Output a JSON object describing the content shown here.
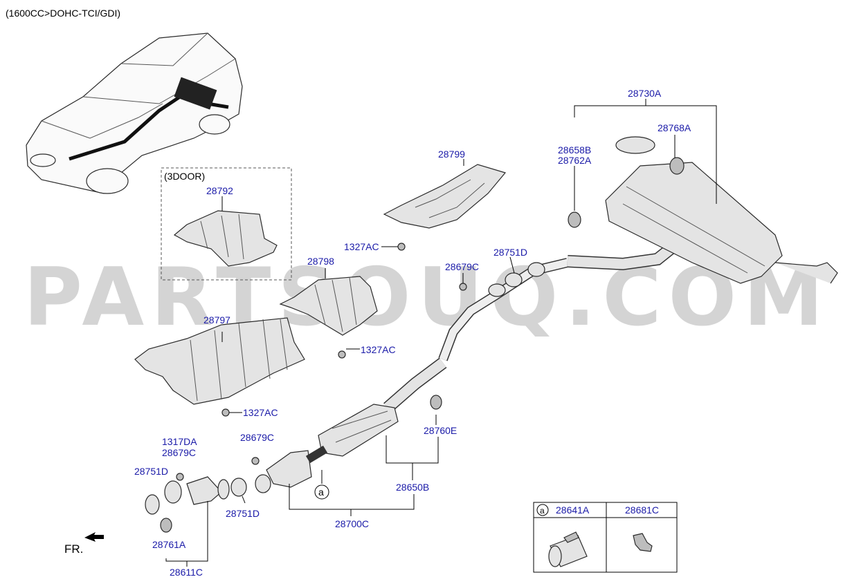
{
  "header": {
    "engine": "(1600CC>DOHC-TCI/GDI)"
  },
  "watermark": "PARTSOUQ.COM",
  "inset_box": {
    "title": "(3DOOR)"
  },
  "front_marker": "FR.",
  "callout_a": "a",
  "labels": {
    "p28730A": "28730A",
    "p28768A": "28768A",
    "p28658B": "28658B",
    "p28762A": "28762A",
    "p28799": "28799",
    "p28792": "28792",
    "p1327AC_1": "1327AC",
    "p28751D_1": "28751D",
    "p28679C_1": "28679C",
    "p28798": "28798",
    "p28797": "28797",
    "p1327AC_2": "1327AC",
    "p1327AC_3": "1327AC",
    "p28760E": "28760E",
    "p1317DA": "1317DA",
    "p28679C_2": "28679C",
    "p28679C_3": "28679C",
    "p28751D_2": "28751D",
    "p28751D_3": "28751D",
    "p28650B": "28650B",
    "p28700C": "28700C",
    "p28761A": "28761A",
    "p28611C": "28611C"
  },
  "legend_table": {
    "col1": "28641A",
    "col2": "28681C",
    "marker": "a"
  },
  "colors": {
    "label": "#1a1aa8",
    "watermark": "#d4d4d4",
    "line": "#000000"
  }
}
